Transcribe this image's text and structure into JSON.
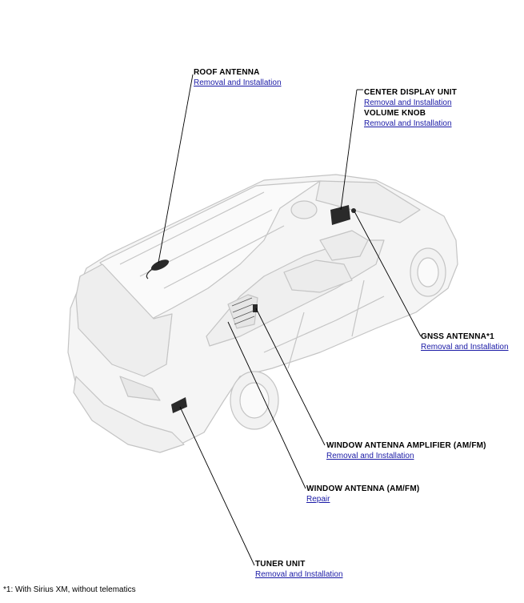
{
  "components": {
    "roof_antenna": {
      "title": "ROOF ANTENNA",
      "link": "Removal and Installation"
    },
    "center_display_unit": {
      "title": "CENTER DISPLAY UNIT",
      "link": "Removal and Installation"
    },
    "volume_knob": {
      "title": "VOLUME KNOB",
      "link": "Removal and Installation"
    },
    "gnss_antenna": {
      "title": "GNSS ANTENNA*1",
      "link": "Removal and Installation"
    },
    "window_antenna_amplifier": {
      "title": "WINDOW ANTENNA AMPLIFIER (AM/FM)",
      "link": "Removal and Installation"
    },
    "window_antenna": {
      "title": "WINDOW ANTENNA (AM/FM)",
      "link": "Repair"
    },
    "tuner_unit": {
      "title": "TUNER UNIT",
      "link": "Removal and Installation"
    }
  },
  "footnote": "*1: With Sirius XM, without telematics",
  "colors": {
    "link": "#1a1aa6",
    "car_outline": "#c8c8c8",
    "car_fill": "#f4f4f4",
    "leader": "#000000"
  }
}
